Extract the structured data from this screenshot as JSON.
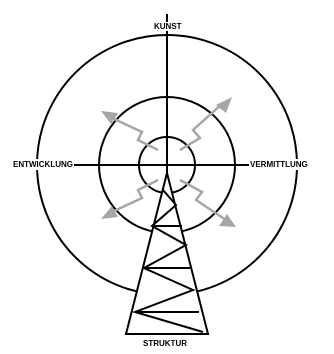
{
  "labels": {
    "top": "KUNST",
    "left": "ENTWICKLUNG",
    "right": "VERMITTLUNG",
    "bottom": "STRUKTUR"
  },
  "colors": {
    "line": "#000000",
    "arrow": "#a6a6a6",
    "background": "#ffffff"
  },
  "icons": {
    "arrows": "lightning-arrow-icon",
    "tower": "radio-tower-icon"
  }
}
